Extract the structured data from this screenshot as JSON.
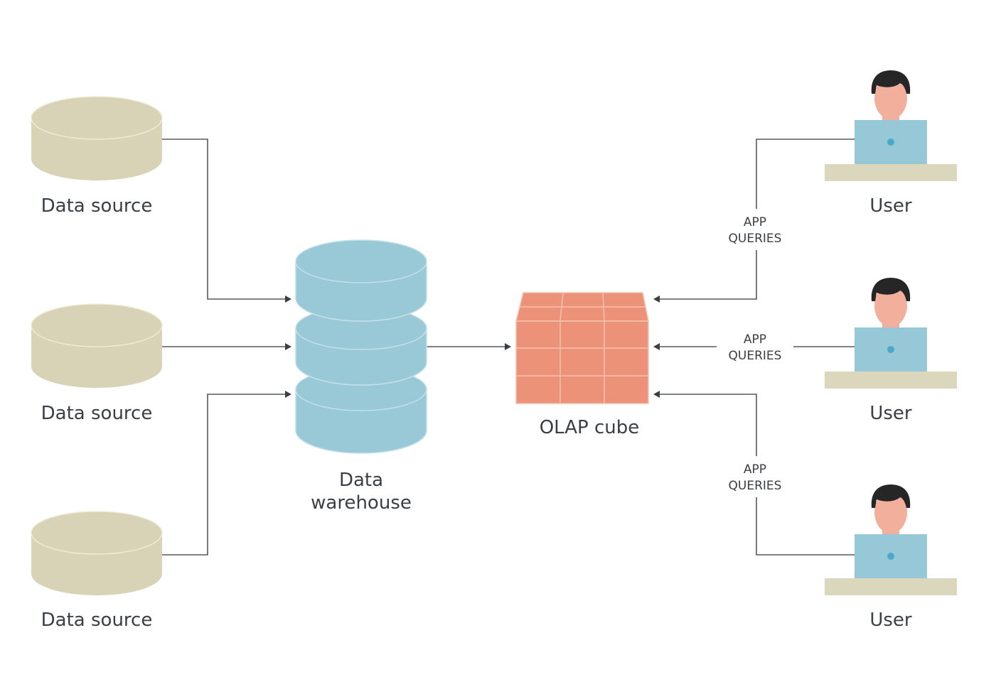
{
  "colors": {
    "data_source": "#d8d3b6",
    "data_source_rim": "#eeebd9",
    "warehouse": "#99c8d7",
    "warehouse_rim": "#c4e1ea",
    "cube": "#ec9278",
    "cube_grid": "#f6c1b0",
    "user_skin": "#f2b09c",
    "user_hair": "#262626",
    "laptop": "#97c8d8",
    "laptop_dot": "#4ba8c6",
    "desk": "#dbd7bd",
    "line": "#555a5f"
  },
  "sources": [
    {
      "label": "Data source"
    },
    {
      "label": "Data source"
    },
    {
      "label": "Data source"
    }
  ],
  "warehouse": {
    "line1": "Data",
    "line2": "warehouse"
  },
  "cube": {
    "label": "OLAP cube"
  },
  "users": [
    {
      "label": "User"
    },
    {
      "label": "User"
    },
    {
      "label": "User"
    }
  ],
  "queries": [
    {
      "line1": "APP",
      "line2": "QUERIES"
    },
    {
      "line1": "APP",
      "line2": "QUERIES"
    },
    {
      "line1": "APP",
      "line2": "QUERIES"
    }
  ]
}
